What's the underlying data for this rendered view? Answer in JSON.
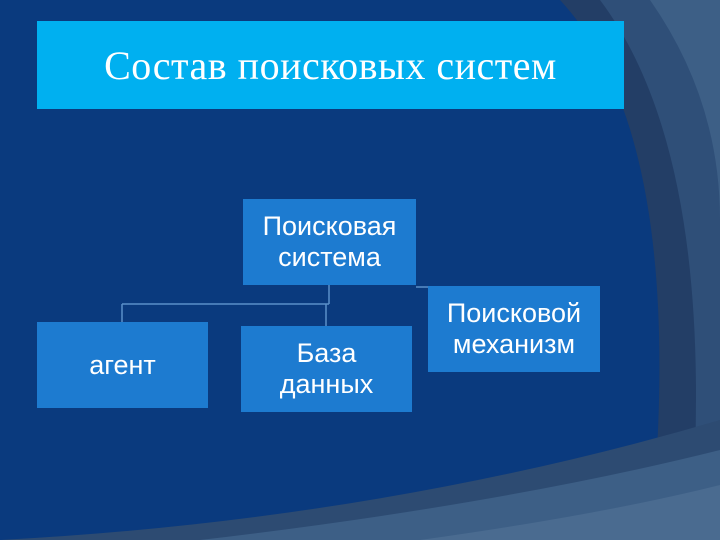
{
  "slide": {
    "title": "Состав поисковых систем"
  },
  "diagram": {
    "root": "Поисковая\nсистема",
    "mechanism": "Поисковой\nмеханизм",
    "agent": "агент",
    "database": "База\nданных"
  },
  "colors": {
    "background": "#0a3a7e",
    "title_box": "#00b0f0",
    "node_fill": "#1d7bd0",
    "arc_light": "#3d5f86",
    "arc_dark": "#233e66"
  }
}
